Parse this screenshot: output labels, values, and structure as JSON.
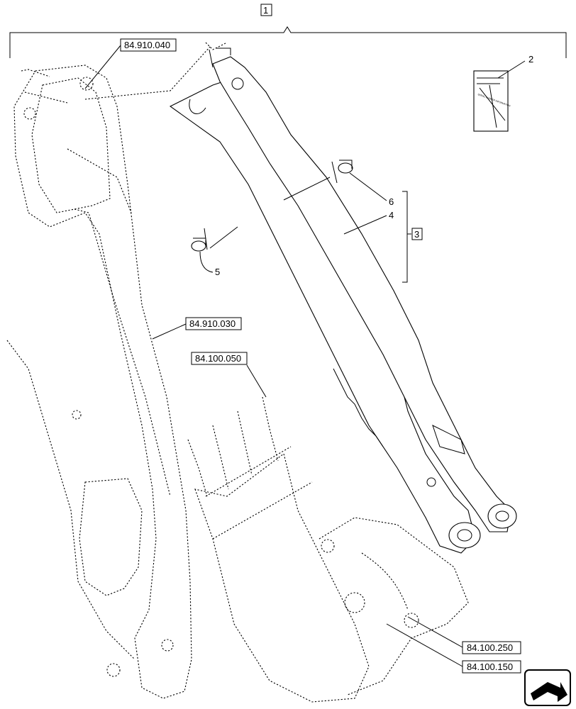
{
  "callouts": {
    "item_1": "1",
    "item_2": "2",
    "item_3": "3",
    "item_4": "4",
    "item_5": "5",
    "item_6": "6"
  },
  "references": {
    "top_boom_ref": "84.910.040",
    "boom_ref": "84.910.030",
    "bucket_teeth_ref": "84.100.050",
    "linkage_ref_a": "84.100.250",
    "linkage_ref_b": "84.100.150"
  },
  "decal_text": "SERIAL NUMBER INFORMATION",
  "nav_icon": "next-page-arrow-icon"
}
